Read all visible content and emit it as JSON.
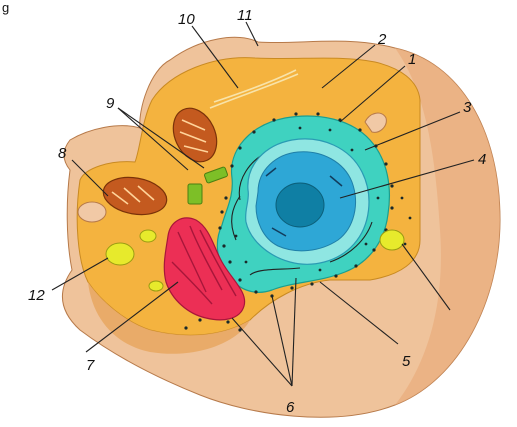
{
  "corner_text": "g",
  "labels": [
    "1",
    "2",
    "3",
    "4",
    "5",
    "6",
    "7",
    "8",
    "9",
    "10",
    "11",
    "12"
  ],
  "colors": {
    "outer_membrane": "#f2c7a0",
    "outer_shadow": "#e6a978",
    "cytoplasm": "#f4b33f",
    "er_rough": "#3fd2c0",
    "nucleus_envelope": "#8fe6e2",
    "nucleus": "#2ea7d6",
    "nucleolus": "#0f7fa4",
    "golgi": "#ec2f55",
    "mitochondria": "#c45a1f",
    "vacuole": "#e7ea2c",
    "centriole": "#7dbf27"
  }
}
